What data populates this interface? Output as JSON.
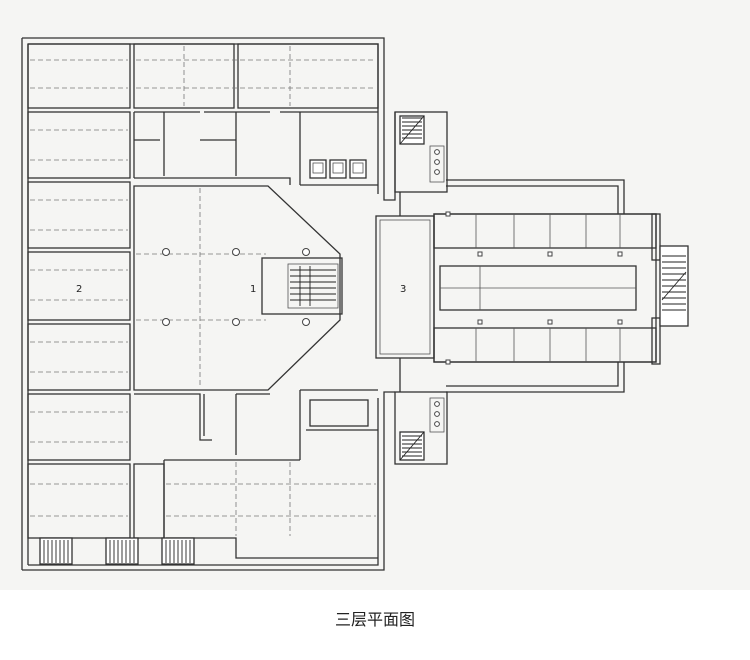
{
  "caption": "三层平面图",
  "zones": {
    "zone_1": "1",
    "zone_2": "2",
    "zone_3": "3"
  }
}
